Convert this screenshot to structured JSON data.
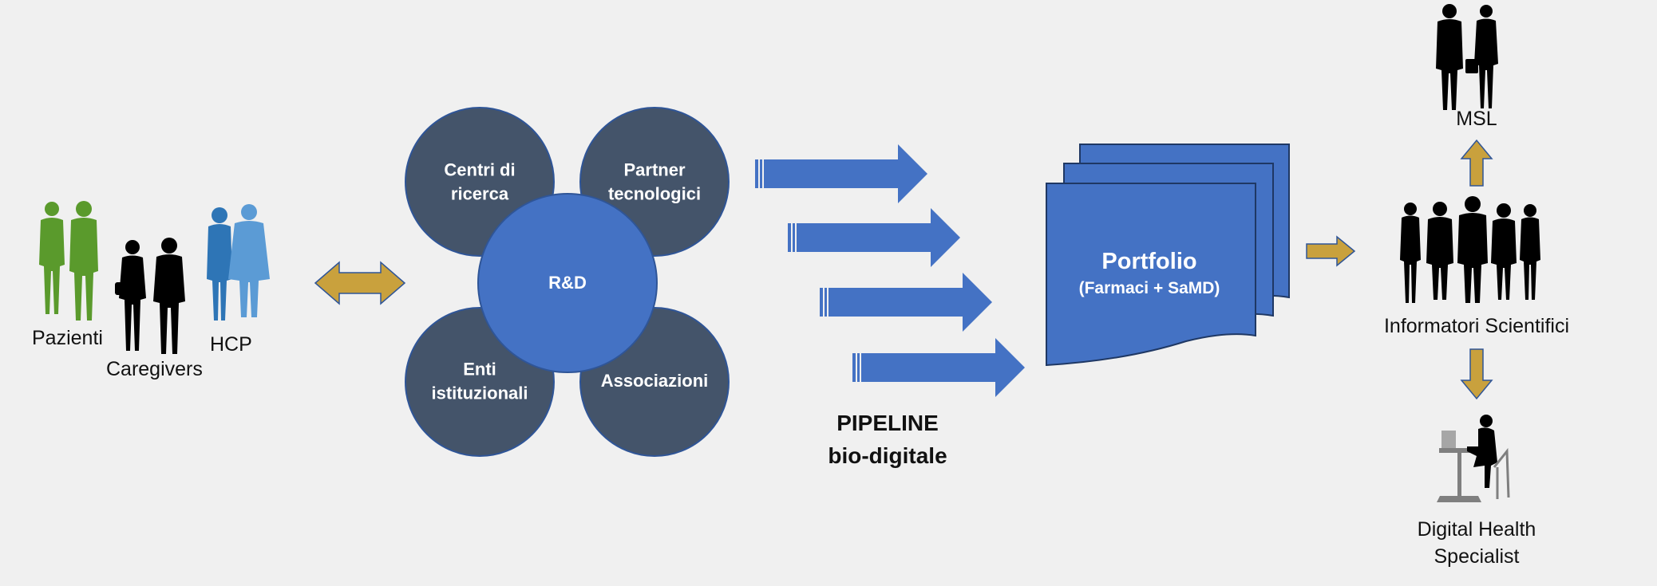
{
  "stakeholders": {
    "patients": "Pazienti",
    "caregivers": "Caregivers",
    "hcp": "HCP"
  },
  "rnd": {
    "center": "R&D",
    "research_centers": [
      "Centri di",
      "ricerca"
    ],
    "tech_partners": [
      "Partner",
      "tecnologici"
    ],
    "institutions": [
      "Enti",
      "istituzionali"
    ],
    "associations": "Associazioni"
  },
  "pipeline": {
    "line1": "PIPELINE",
    "line2": "bio-digitale"
  },
  "portfolio": {
    "title": "Portfolio",
    "subtitle": "(Farmaci + SaMD)"
  },
  "roles": {
    "msl": "MSL",
    "reps": "Informatori Scientifici",
    "dhs": [
      "Digital Health",
      "Specialist"
    ]
  },
  "colors": {
    "background": "#f0f0f0",
    "dark_circle": "#44546a",
    "blue": "#4472c4",
    "gold_arrow": "#c9a13d",
    "green_people": "#5a9a2c",
    "blue_people": "#2e75b6"
  },
  "icons": [
    "people-silhouette-icon",
    "double-arrow-icon",
    "pipeline-arrow-icon",
    "document-stack-icon",
    "desk-worker-icon"
  ]
}
